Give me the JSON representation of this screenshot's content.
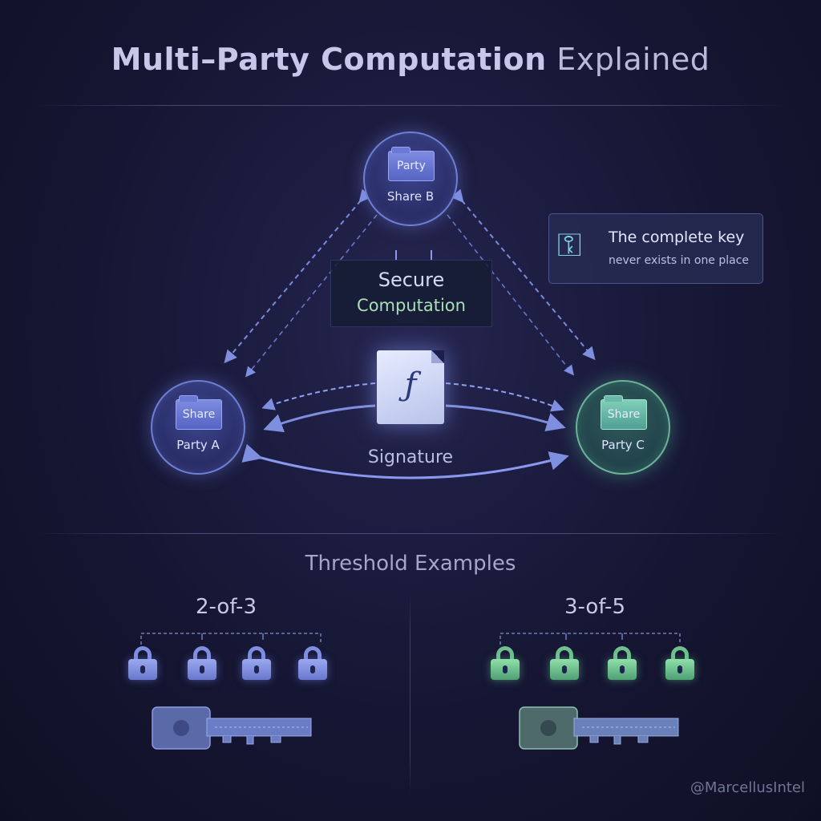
{
  "title": {
    "bold": "Multi–Party Computation",
    "light": "Explained"
  },
  "nodes": {
    "b": {
      "folder": "Party",
      "label": "Share B"
    },
    "a": {
      "folder": "Share",
      "label": "Party A"
    },
    "c": {
      "folder": "Share",
      "label": "Party C"
    }
  },
  "center": {
    "secure_line1": "Secure",
    "secure_line2": "Computation",
    "signature_label": "Signature"
  },
  "key_note": {
    "line1": "The complete key",
    "line2": "never exists in one place"
  },
  "threshold": {
    "title": "Threshold Examples",
    "left": {
      "label": "2-of-3",
      "color": "#7f8fe0"
    },
    "right": {
      "label": "3-of-5",
      "color": "#6fbf8f"
    }
  },
  "watermark": "@MarcellusIntel",
  "colors": {
    "accent_blue": "#6f7fd6",
    "accent_green": "#6ab59a",
    "background": "#181838"
  }
}
